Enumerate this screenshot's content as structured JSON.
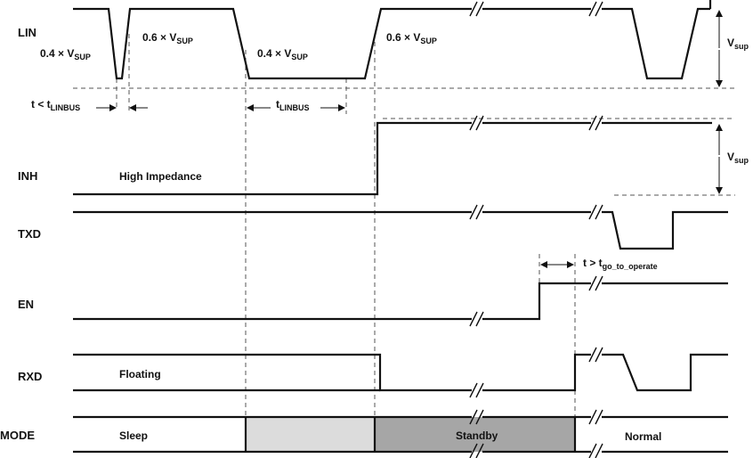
{
  "signals": {
    "lin": "LIN",
    "inh": "INH",
    "txd": "TXD",
    "en": "EN",
    "rxd": "RXD",
    "mode": "MODE"
  },
  "annotations": {
    "v04_prefix": "0.4 × V",
    "v04_sub": "SUP",
    "v06_prefix": "0.6 × V",
    "v06_sub": "SUP",
    "t_less_prefix": "t < t",
    "t_less_sub": "LINBUS",
    "t_linbus_prefix": "t",
    "t_linbus_sub": "LINBUS",
    "vsup_prefix": "V",
    "vsup_sub": "sup",
    "t_greater_prefix": "t > t",
    "t_greater_sub": "go_to_operate"
  },
  "states": {
    "high_impedance": "High Impedance",
    "floating": "Floating",
    "sleep": "Sleep",
    "standby": "Standby",
    "normal": "Normal"
  },
  "colors": {
    "wakeup_fill": "#dcdcdc",
    "standby_fill": "#a6a6a6",
    "trace": "#111111"
  }
}
